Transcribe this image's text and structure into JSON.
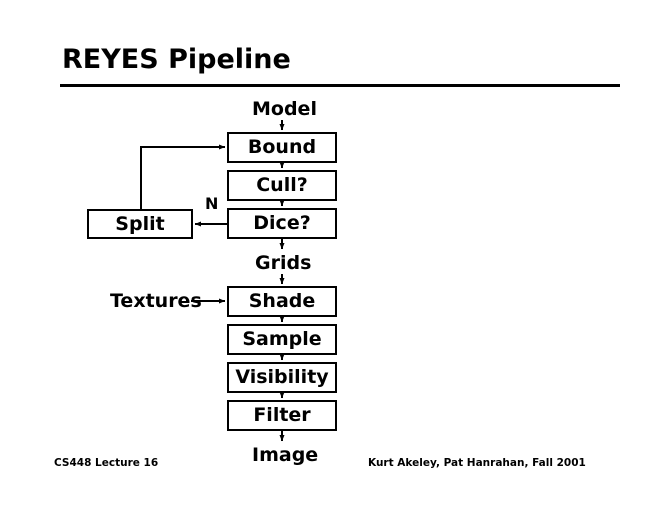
{
  "slide": {
    "title": "REYES Pipeline",
    "background_color": "#ffffff",
    "ink_color": "#000000"
  },
  "diagram": {
    "type": "flowchart",
    "name": "reyes-pipeline",
    "boxes": [
      {
        "id": "bound",
        "label": "Bound"
      },
      {
        "id": "cull",
        "label": "Cull?"
      },
      {
        "id": "dice",
        "label": "Dice?"
      },
      {
        "id": "split",
        "label": "Split"
      },
      {
        "id": "shade",
        "label": "Shade"
      },
      {
        "id": "sample",
        "label": "Sample"
      },
      {
        "id": "visibility",
        "label": "Visibility"
      },
      {
        "id": "filter",
        "label": "Filter"
      }
    ],
    "flow_labels": [
      {
        "id": "model",
        "label": "Model"
      },
      {
        "id": "grids",
        "label": "Grids"
      },
      {
        "id": "image",
        "label": "Image"
      },
      {
        "id": "textures",
        "label": "Textures"
      }
    ],
    "edge_labels": [
      {
        "id": "dice-no",
        "label": "N"
      }
    ],
    "edges": [
      {
        "from": "model",
        "to": "bound",
        "label": ""
      },
      {
        "from": "bound",
        "to": "cull",
        "label": ""
      },
      {
        "from": "cull",
        "to": "dice",
        "label": ""
      },
      {
        "from": "dice",
        "to": "split",
        "label": "N"
      },
      {
        "from": "split",
        "to": "bound",
        "label": ""
      },
      {
        "from": "dice",
        "to": "grids",
        "label": ""
      },
      {
        "from": "grids",
        "to": "shade",
        "label": ""
      },
      {
        "from": "textures",
        "to": "shade",
        "label": ""
      },
      {
        "from": "shade",
        "to": "sample",
        "label": ""
      },
      {
        "from": "sample",
        "to": "visibility",
        "label": ""
      },
      {
        "from": "visibility",
        "to": "filter",
        "label": ""
      },
      {
        "from": "filter",
        "to": "image",
        "label": ""
      }
    ]
  },
  "footer": {
    "left": "CS448 Lecture 16",
    "right": "Kurt Akeley, Pat Hanrahan, Fall 2001"
  }
}
